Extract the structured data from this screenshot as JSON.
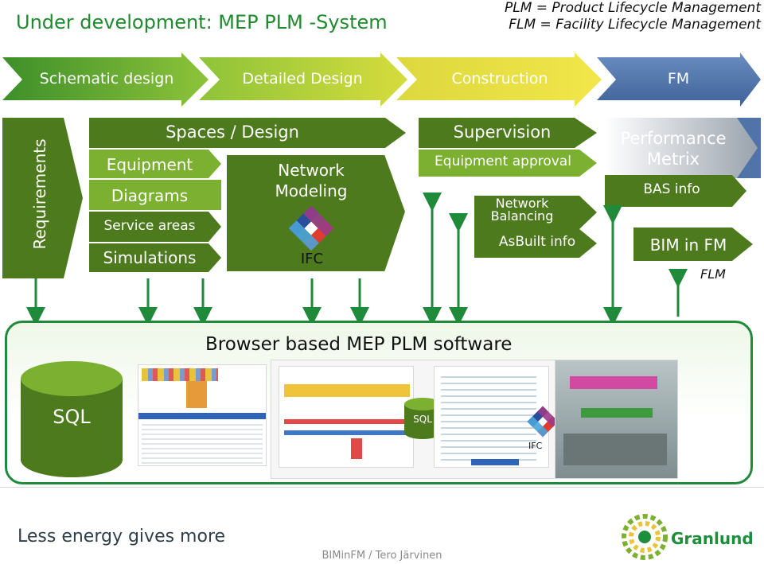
{
  "title": "Under development: MEP PLM -System",
  "definitions": [
    "PLM = Product Lifecycle Management",
    "FLM = Facility Lifecycle Management"
  ],
  "phases": [
    "Schematic design",
    "Detailed Design",
    "Construction",
    "FM"
  ],
  "requirements": "Requirements",
  "design": {
    "header": "Spaces / Design",
    "items": [
      "Equipment",
      "Diagrams",
      "Service areas",
      "Simulations"
    ],
    "network_modeling": "Network Modeling",
    "ifc": "IFC"
  },
  "construction": {
    "header": "Supervision",
    "equipment_approval": "Equipment approval",
    "network_balancing": "Network Balancing",
    "asbuilt": "AsBuilt info"
  },
  "fm": {
    "performance": "Performance Metrix",
    "bas": "BAS info",
    "bim": "BIM in FM",
    "flm": "FLM"
  },
  "software": {
    "title": "Browser based MEP PLM software",
    "sql": "SQL",
    "sql_small": "SQL",
    "ifc_small": "IFC"
  },
  "footer": {
    "slogan": "Less energy gives more",
    "credit": "BIMinFM / Tero Järvinen",
    "brand": "Granlund"
  },
  "colors": {
    "dark_green": "#4e7a1e",
    "light_green": "#7cb030",
    "yellow": "#e9e24a",
    "fm_blue": "#5074a8"
  }
}
